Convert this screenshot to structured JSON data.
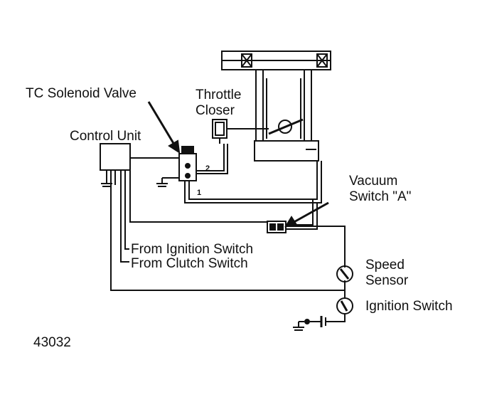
{
  "labels": {
    "tc_solenoid_valve": "TC Solenoid Valve",
    "throttle_closer_line1": "Throttle",
    "throttle_closer_line2": "Closer",
    "control_unit": "Control Unit",
    "vacuum_switch_line1": "Vacuum",
    "vacuum_switch_line2": "Switch \"A\"",
    "from_ignition_switch": "From Ignition Switch",
    "from_clutch_switch": "From Clutch Switch",
    "speed_sensor_line1": "Speed",
    "speed_sensor_line2": "Sensor",
    "ignition_switch": "Ignition Switch",
    "figure_number": "43032"
  },
  "port_markers": {
    "port_1": "1",
    "port_2": "2"
  },
  "colors": {
    "line": "#111111",
    "background": "#ffffff"
  }
}
